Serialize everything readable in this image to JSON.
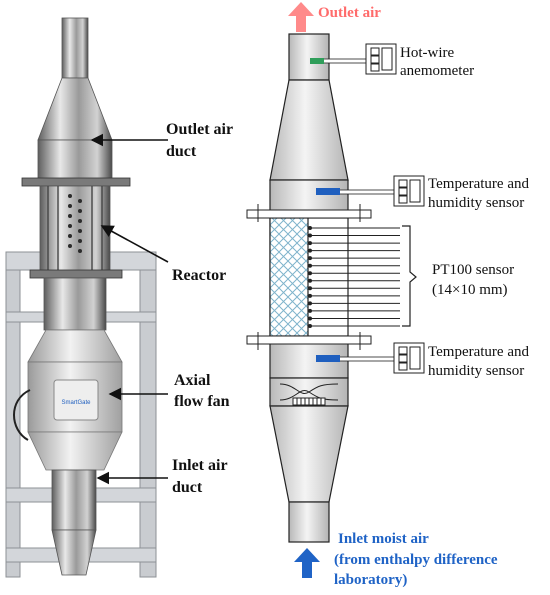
{
  "photo_labels": {
    "outlet_duct_line1": "Outlet air",
    "outlet_duct_line2": "duct",
    "reactor": "Reactor",
    "fan_line1": "Axial",
    "fan_line2": "flow fan",
    "inlet_duct_line1": "Inlet air",
    "inlet_duct_line2": "duct",
    "fan_brand": "SmartGate"
  },
  "schematic_labels": {
    "outlet_air": "Outlet air",
    "anemometer_line1": "Hot-wire",
    "anemometer_line2": "anemometer",
    "th_upper_line1": "Temperature and",
    "th_upper_line2": "humidity sensor",
    "pt100_line1": "PT100 sensor",
    "pt100_line2": "(14×10 mm)",
    "th_lower_line1": "Temperature and",
    "th_lower_line2": "humidity sensor",
    "inlet_line1": "Inlet moist air",
    "inlet_line2": "(from enthalpy difference",
    "inlet_line3": "laboratory)"
  },
  "colors": {
    "outlet_arrow": "#ff8a8a",
    "inlet_arrow": "#1f63c6",
    "anemometer_probe": "#2f9e5a",
    "humidity_probe": "#1f5fbf",
    "reactor_mesh": "#8fc3d8",
    "body_fill": "#e6e6e6"
  },
  "icons": {
    "outlet_arrow": "arrow-up-icon",
    "inlet_arrow": "arrow-up-icon",
    "sensor_box": "sensor-device-icon",
    "fan": "axial-fan-icon"
  }
}
